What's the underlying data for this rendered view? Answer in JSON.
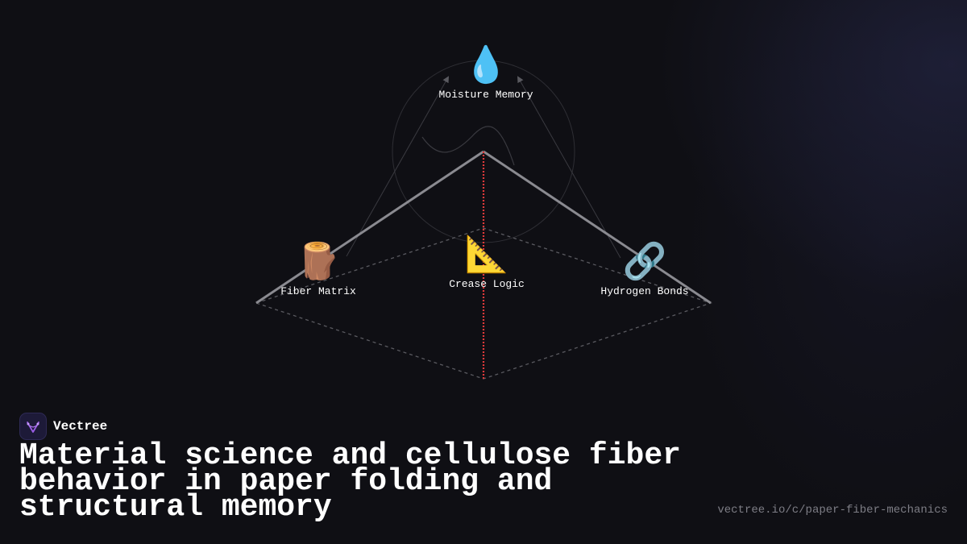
{
  "diagram": {
    "nodes": [
      {
        "id": "moisture",
        "icon": "water-drop-icon",
        "emoji": "💧",
        "label": "Moisture Memory"
      },
      {
        "id": "fiber",
        "icon": "wood-log-icon",
        "emoji": "🪵",
        "label": "Fiber Matrix"
      },
      {
        "id": "crease",
        "icon": "triangular-ruler-icon",
        "emoji": "📐",
        "label": "Crease Logic"
      },
      {
        "id": "hydrogen",
        "icon": "link-icon",
        "emoji": "🔗",
        "label": "Hydrogen Bonds"
      }
    ],
    "colors": {
      "fold_line": "#8a8a90",
      "crease": "#e03a3a",
      "dashed": "#5a5a60",
      "faint": "#3a3a40"
    }
  },
  "brand": {
    "name": "Vectree",
    "logo_icon": "vectree-logo-icon",
    "accent": "#9b5de5"
  },
  "title": "Material science and cellulose fiber behavior in paper folding and structural memory",
  "url": "vectree.io/c/paper-fiber-mechanics"
}
